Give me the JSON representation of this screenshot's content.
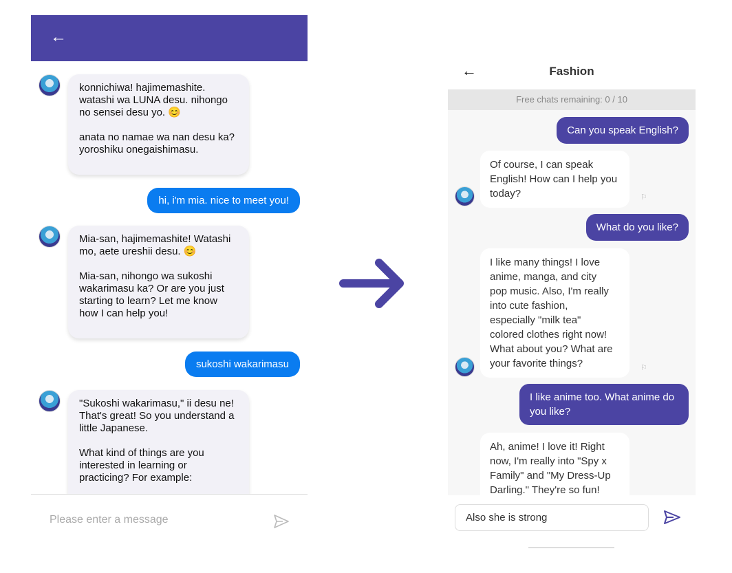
{
  "left": {
    "back_icon": "arrow-left",
    "messages": [
      {
        "from": "bot",
        "text": "konnichiwa! hajimemashite.\nwatashi wa LUNA desu. nihongo\nno sensei desu yo. 😊\n\nanata no namae wa nan desu ka?\nyoroshiku onegaishimasu."
      },
      {
        "from": "user",
        "text": "hi, i'm mia. nice to meet you!"
      },
      {
        "from": "bot",
        "text": "Mia-san, hajimemashite! Watashi\nmo, aete ureshii desu. 😊\n\nMia-san, nihongo wa sukoshi\nwakarimasu ka? Or are you just\nstarting to learn? Let me know\nhow I can help you!"
      },
      {
        "from": "user",
        "text": "sukoshi wakarimasu"
      },
      {
        "from": "bot",
        "text": "\"Sukoshi wakarimasu,\" ii desu ne!\nThat's great! So you understand a\nlittle Japanese.\n\nWhat kind of things are you\ninterested in learning or\npracticing? For example:"
      }
    ],
    "input_placeholder": "Please enter a message",
    "header_color": "#4b44a3",
    "user_bubble_color": "#0a7cf0"
  },
  "arrow_color": "#4b44a3",
  "right": {
    "title": "Fashion",
    "banner": "Free chats remaining: 0 / 10",
    "messages": [
      {
        "from": "user",
        "text": "Can you speak English?"
      },
      {
        "from": "bot",
        "text": "Of course, I can speak\nEnglish! How can I help you\ntoday?"
      },
      {
        "from": "user",
        "text": "What do you like?"
      },
      {
        "from": "bot",
        "text": "I like many things! I love\nanime, manga, and city\npop music. Also, I'm really\ninto cute fashion,\nespecially \"milk tea\"\ncolored clothes right now!\nWhat about you? What are\nyour favorite things?"
      },
      {
        "from": "user",
        "text": "I like anime too. What anime do\nyou like?"
      },
      {
        "from": "bot",
        "text": "Ah, anime! I love it! Right\nnow, I'm really into \"Spy x\nFamily\" and \"My Dress-Up\nDarling.\" They're so fun!"
      }
    ],
    "input_value": "Also she is strong",
    "accent_color": "#4b44a3"
  }
}
